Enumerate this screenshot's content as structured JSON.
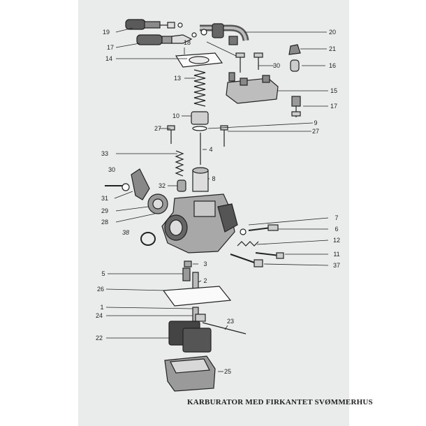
{
  "caption": "KARBURATOR MED FIRKANTET SVØMMERHUS",
  "callouts": [
    {
      "id": "19",
      "label": "19"
    },
    {
      "id": "20",
      "label": "20"
    },
    {
      "id": "17a",
      "label": "17"
    },
    {
      "id": "18",
      "label": "18"
    },
    {
      "id": "21",
      "label": "21"
    },
    {
      "id": "14",
      "label": "14"
    },
    {
      "id": "30a",
      "label": "30"
    },
    {
      "id": "16",
      "label": "16"
    },
    {
      "id": "13",
      "label": "13"
    },
    {
      "id": "15",
      "label": "15"
    },
    {
      "id": "17b",
      "label": "17"
    },
    {
      "id": "10",
      "label": "10"
    },
    {
      "id": "9",
      "label": "9"
    },
    {
      "id": "27a",
      "label": "27"
    },
    {
      "id": "27b",
      "label": "27"
    },
    {
      "id": "33",
      "label": "33"
    },
    {
      "id": "4",
      "label": "4"
    },
    {
      "id": "30b",
      "label": "30"
    },
    {
      "id": "8",
      "label": "8"
    },
    {
      "id": "32",
      "label": "32"
    },
    {
      "id": "31",
      "label": "31"
    },
    {
      "id": "29",
      "label": "29"
    },
    {
      "id": "28",
      "label": "28"
    },
    {
      "id": "7",
      "label": "7"
    },
    {
      "id": "6",
      "label": "6"
    },
    {
      "id": "38",
      "label": "38"
    },
    {
      "id": "12",
      "label": "12"
    },
    {
      "id": "11",
      "label": "11"
    },
    {
      "id": "37",
      "label": "37"
    },
    {
      "id": "3",
      "label": "3"
    },
    {
      "id": "5",
      "label": "5"
    },
    {
      "id": "2",
      "label": "2"
    },
    {
      "id": "26",
      "label": "26"
    },
    {
      "id": "1",
      "label": "1"
    },
    {
      "id": "24",
      "label": "24"
    },
    {
      "id": "23",
      "label": "23"
    },
    {
      "id": "22",
      "label": "22"
    },
    {
      "id": "25",
      "label": "25"
    }
  ]
}
